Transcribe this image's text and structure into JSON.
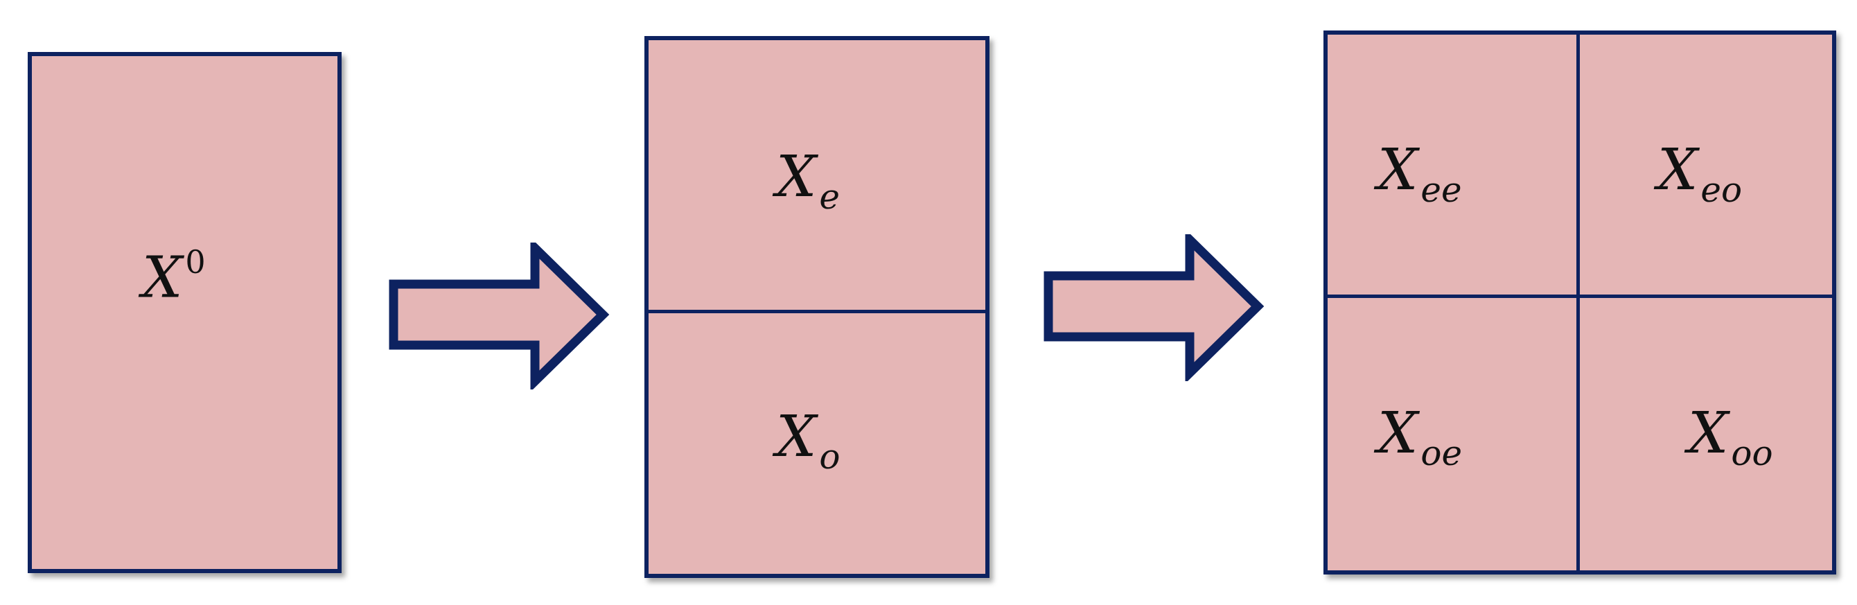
{
  "colors": {
    "fill": "#e5b6b6",
    "stroke": "#0d2260"
  },
  "stage1": {
    "label": "X",
    "sup": "0"
  },
  "stage2": {
    "top": {
      "label": "X",
      "sub": "e"
    },
    "bottom": {
      "label": "X",
      "sub": "o"
    }
  },
  "stage3": {
    "top_left": {
      "label": "X",
      "sub": "ee"
    },
    "top_right": {
      "label": "X",
      "sub": "eo"
    },
    "bottom_left": {
      "label": "X",
      "sub": "oe"
    },
    "bottom_right": {
      "label": "X",
      "sub": "oo"
    }
  },
  "arrows": [
    {
      "icon": "right-arrow-icon"
    },
    {
      "icon": "right-arrow-icon"
    }
  ]
}
